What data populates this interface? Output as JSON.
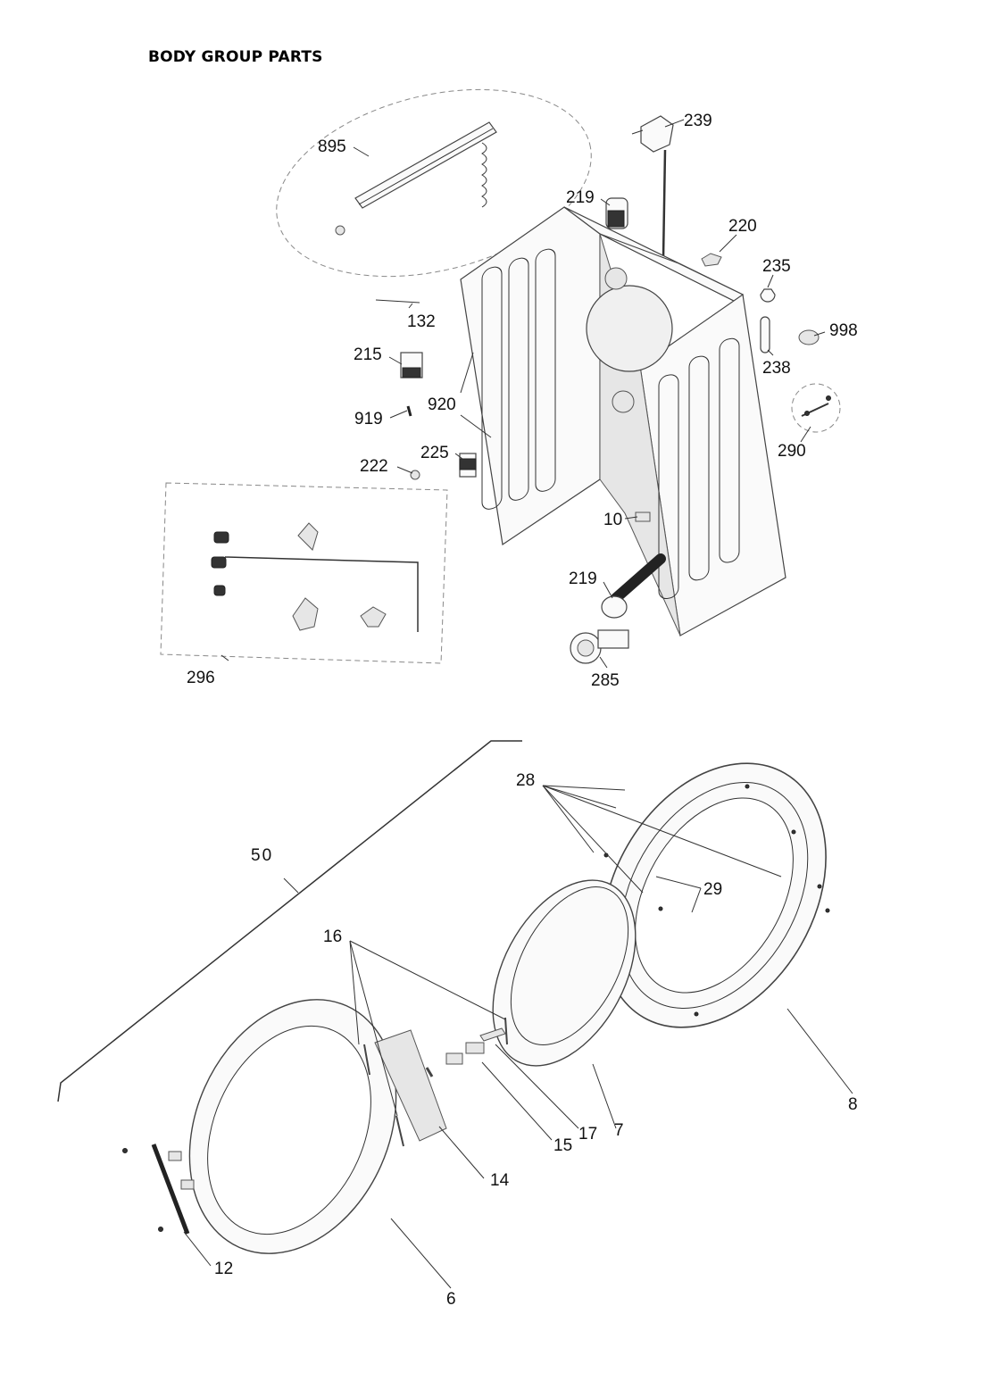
{
  "title": "BODY GROUP PARTS",
  "callouts": [
    {
      "id": "c239",
      "text": "239"
    },
    {
      "id": "c895",
      "text": "895"
    },
    {
      "id": "c219a",
      "text": "219"
    },
    {
      "id": "c220",
      "text": "220"
    },
    {
      "id": "c235",
      "text": "235"
    },
    {
      "id": "c132",
      "text": "132"
    },
    {
      "id": "c998",
      "text": "998"
    },
    {
      "id": "c238",
      "text": "238"
    },
    {
      "id": "c215",
      "text": "215"
    },
    {
      "id": "c920",
      "text": "920"
    },
    {
      "id": "c919",
      "text": "919"
    },
    {
      "id": "c290",
      "text": "290"
    },
    {
      "id": "c222",
      "text": "222"
    },
    {
      "id": "c225",
      "text": "225"
    },
    {
      "id": "c10",
      "text": "10"
    },
    {
      "id": "c219b",
      "text": "219"
    },
    {
      "id": "c296",
      "text": "296"
    },
    {
      "id": "c285",
      "text": "285"
    },
    {
      "id": "c28",
      "text": "28"
    },
    {
      "id": "c50",
      "text": "50"
    },
    {
      "id": "c29",
      "text": "29"
    },
    {
      "id": "c16",
      "text": "16"
    },
    {
      "id": "c8",
      "text": "8"
    },
    {
      "id": "c7",
      "text": "7"
    },
    {
      "id": "c17",
      "text": "17"
    },
    {
      "id": "c15",
      "text": "15"
    },
    {
      "id": "c14",
      "text": "14"
    },
    {
      "id": "c12",
      "text": "12"
    },
    {
      "id": "c6",
      "text": "6"
    }
  ]
}
